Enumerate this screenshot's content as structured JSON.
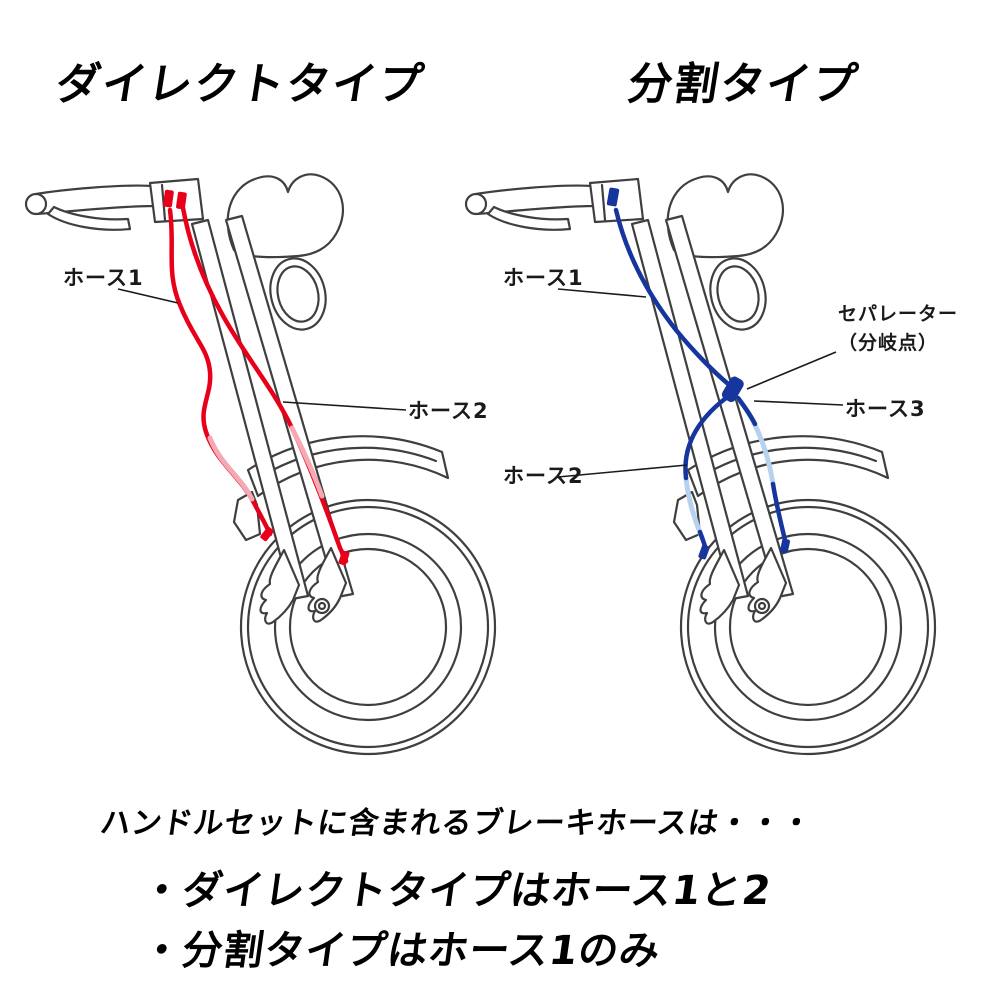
{
  "titles": {
    "left": "ダイレクトタイプ",
    "right": "分割タイプ"
  },
  "labels": {
    "left_hose1": "ホース1",
    "left_hose2": "ホース2",
    "right_hose1": "ホース1",
    "separator_line1": "セパレーター",
    "separator_line2": "（分岐点）",
    "right_hose3": "ホース3",
    "right_hose2": "ホース2"
  },
  "footer": {
    "heading": "ハンドルセットに含まれるブレーキホースは・・・",
    "bullet1": "・ダイレクトタイプはホース1と2",
    "bullet2": "・分割タイプはホース1のみ"
  },
  "colors": {
    "line_art": "#3f3f3f",
    "direct_hose": "#e8001a",
    "direct_hose_light": "#f4a9b5",
    "split_hose": "#16369e",
    "split_hose_light": "#b7d2ee",
    "label_line": "#1a1a1a"
  }
}
